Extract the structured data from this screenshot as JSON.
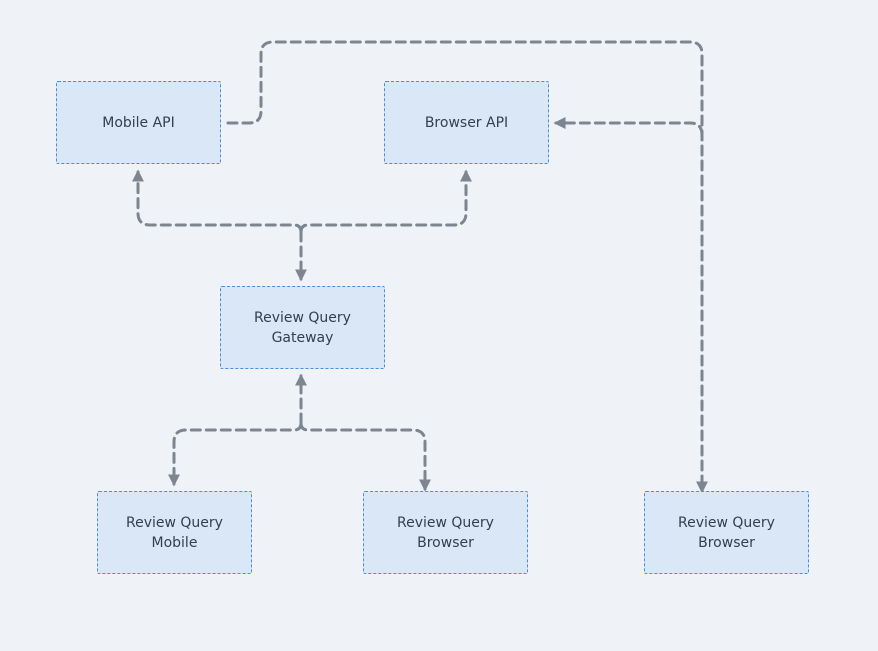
{
  "nodes": {
    "mobile_api": {
      "label": "Mobile API"
    },
    "browser_api": {
      "label": "Browser API"
    },
    "gateway": {
      "label": "Review Query\nGateway"
    },
    "rq_mobile": {
      "label": "Review Query\nMobile"
    },
    "rq_browser": {
      "label": "Review Query\nBrowser"
    },
    "rq_browser_2": {
      "label": "Review Query\nBrowser"
    }
  },
  "edges": [
    {
      "from": "gateway",
      "to": "mobile_api",
      "style": "dashed"
    },
    {
      "from": "gateway",
      "to": "browser_api",
      "style": "dashed"
    },
    {
      "from": "gateway",
      "to": "rq_mobile",
      "style": "dashed"
    },
    {
      "from": "gateway",
      "to": "rq_browser",
      "style": "dashed"
    },
    {
      "from": "mobile_api",
      "to": "rq_browser_2",
      "style": "dashed"
    },
    {
      "from": "rq_browser_2",
      "to": "browser_api",
      "style": "dashed"
    }
  ],
  "colors": {
    "background": "#eff3f7",
    "node_fill": "#d9e7f7",
    "node_border": "#4d8fd6",
    "edge": "#7d8590",
    "text": "#33404d"
  }
}
